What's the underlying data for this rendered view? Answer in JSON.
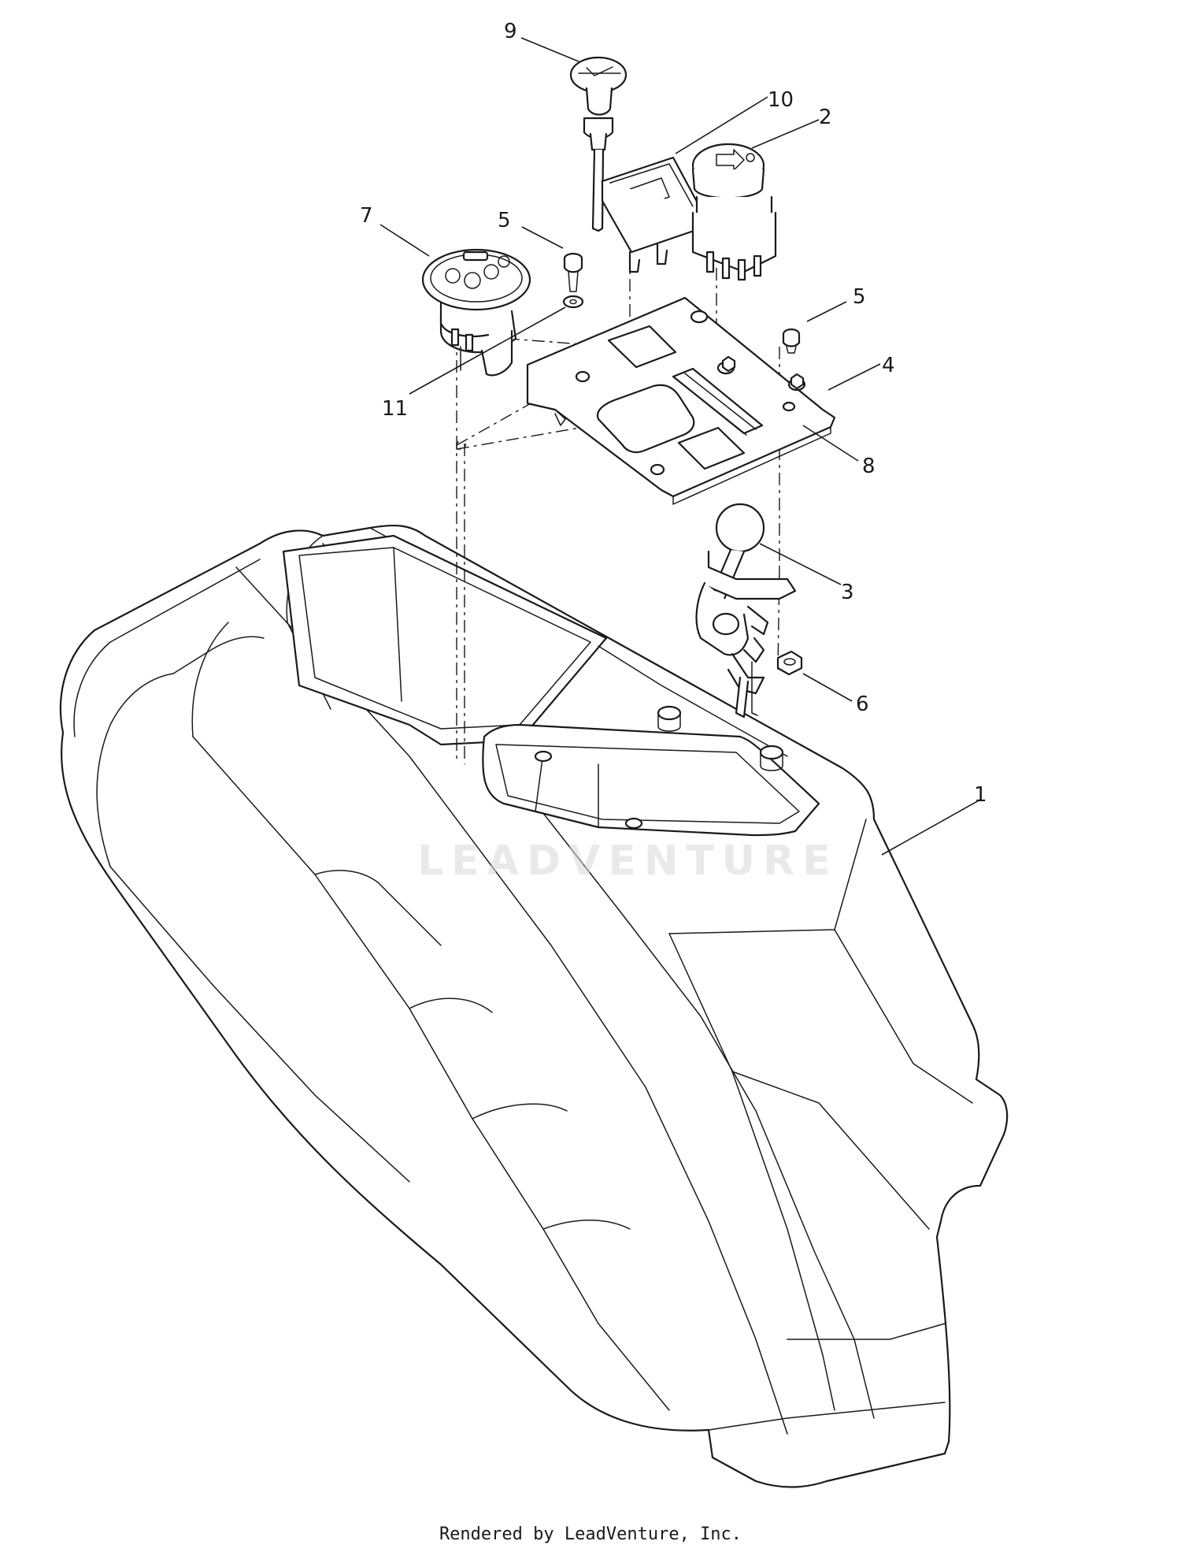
{
  "diagram": {
    "callouts": [
      {
        "id": "1",
        "label": "1"
      },
      {
        "id": "2",
        "label": "2"
      },
      {
        "id": "3",
        "label": "3"
      },
      {
        "id": "4",
        "label": "4"
      },
      {
        "id": "5a",
        "label": "5"
      },
      {
        "id": "5b",
        "label": "5"
      },
      {
        "id": "6",
        "label": "6"
      },
      {
        "id": "7",
        "label": "7"
      },
      {
        "id": "8",
        "label": "8"
      },
      {
        "id": "9",
        "label": "9"
      },
      {
        "id": "10",
        "label": "10"
      },
      {
        "id": "11",
        "label": "11"
      }
    ],
    "watermark": "LEADVENTURE"
  },
  "footer": {
    "text": "Rendered by LeadVenture, Inc."
  },
  "colors": {
    "line": "#1a1a1a",
    "background": "#ffffff",
    "watermark": "#d8d8d8"
  }
}
